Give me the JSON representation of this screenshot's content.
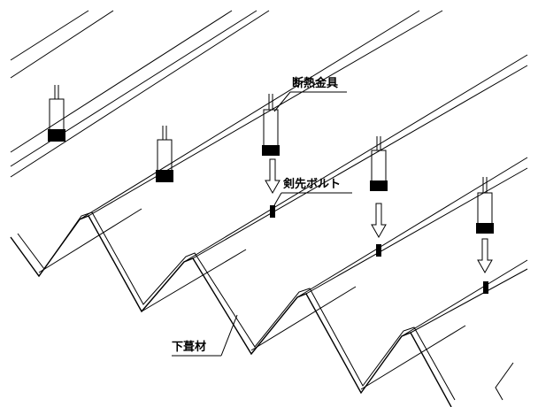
{
  "labels": {
    "insulation_bracket": "断熱金具",
    "pointed_bolt": "剣先ボルト",
    "base_roofing": "下葺材"
  },
  "colors": {
    "line": "#000000",
    "background": "#ffffff"
  }
}
